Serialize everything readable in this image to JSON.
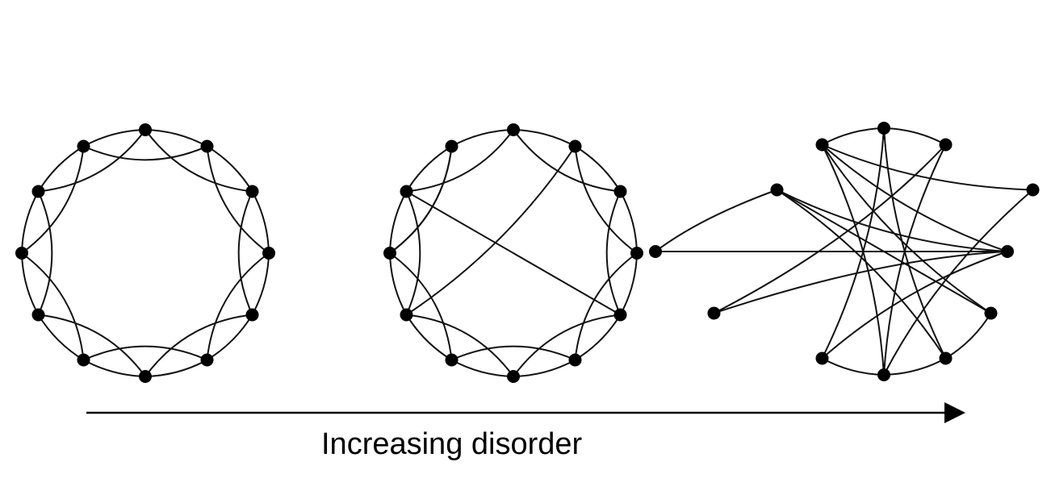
{
  "caption": "Increasing disorder",
  "colors": {
    "edge": "#111111",
    "node": "#000000",
    "background": "#ffffff"
  },
  "networks": [
    {
      "name": "regular-ring-lattice",
      "node_count": 12,
      "edges": [
        [
          0,
          1
        ],
        [
          1,
          2
        ],
        [
          2,
          3
        ],
        [
          3,
          4
        ],
        [
          4,
          5
        ],
        [
          5,
          6
        ],
        [
          6,
          7
        ],
        [
          7,
          8
        ],
        [
          8,
          9
        ],
        [
          9,
          10
        ],
        [
          10,
          11
        ],
        [
          11,
          0
        ],
        [
          0,
          2
        ],
        [
          1,
          3
        ],
        [
          2,
          4
        ],
        [
          3,
          5
        ],
        [
          4,
          6
        ],
        [
          5,
          7
        ],
        [
          6,
          8
        ],
        [
          7,
          9
        ],
        [
          8,
          10
        ],
        [
          9,
          11
        ],
        [
          10,
          0
        ],
        [
          11,
          1
        ]
      ]
    },
    {
      "name": "small-world-network",
      "node_count": 12,
      "edges": [
        [
          0,
          1
        ],
        [
          1,
          2
        ],
        [
          2,
          3
        ],
        [
          3,
          4
        ],
        [
          4,
          5
        ],
        [
          5,
          6
        ],
        [
          6,
          7
        ],
        [
          7,
          8
        ],
        [
          8,
          9
        ],
        [
          9,
          10
        ],
        [
          10,
          11
        ],
        [
          11,
          0
        ],
        [
          0,
          2
        ],
        [
          1,
          3
        ],
        [
          2,
          4
        ],
        [
          3,
          5
        ],
        [
          4,
          6
        ],
        [
          5,
          7
        ],
        [
          6,
          8
        ],
        [
          7,
          9
        ],
        [
          8,
          10
        ],
        [
          9,
          11
        ],
        [
          10,
          0
        ],
        [
          10,
          4
        ],
        [
          1,
          8
        ],
        [
          11,
          9
        ]
      ]
    },
    {
      "name": "random-network",
      "node_count": 12,
      "edges": [
        [
          0,
          1
        ],
        [
          11,
          0
        ],
        [
          9,
          10
        ],
        [
          4,
          5
        ],
        [
          5,
          6
        ],
        [
          6,
          7
        ],
        [
          11,
          3
        ],
        [
          11,
          4
        ],
        [
          11,
          6
        ],
        [
          11,
          2
        ],
        [
          0,
          5
        ],
        [
          0,
          7
        ],
        [
          1,
          8
        ],
        [
          10,
          4
        ],
        [
          10,
          5
        ],
        [
          10,
          3
        ],
        [
          8,
          3
        ],
        [
          9,
          3
        ],
        [
          1,
          6
        ],
        [
          7,
          3
        ],
        [
          2,
          6
        ]
      ]
    }
  ]
}
